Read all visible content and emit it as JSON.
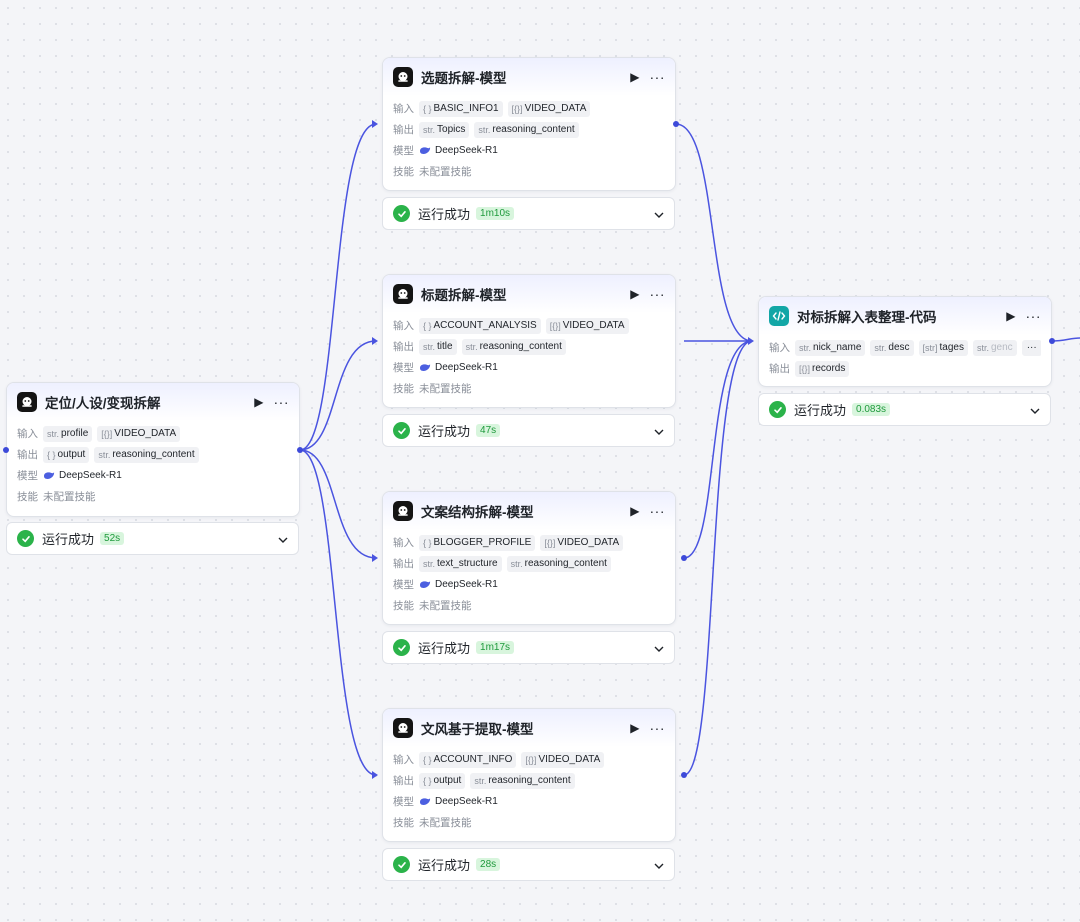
{
  "labels": {
    "input": "输入",
    "output": "输出",
    "model": "模型",
    "skill": "技能"
  },
  "icons": {
    "run": "play-icon",
    "more": "more-icon",
    "expand": "chevron-down-icon",
    "success": "check-circle-icon",
    "model": "whale-icon"
  },
  "colors": {
    "edge": "#4a54e0",
    "success": "#2bb34a",
    "badge_bg": "#d8f5dd",
    "badge_fg": "#1f9a3c",
    "code_icon": "#12a6a6"
  },
  "nodes": {
    "position": {
      "title": "定位/人设/变现拆解",
      "inputs": [
        {
          "type": "str.",
          "name": "profile"
        },
        {
          "type": "[{}]",
          "name": "VIDEO_DATA"
        }
      ],
      "outputs": [
        {
          "type": "{ }",
          "name": "output"
        },
        {
          "type": "str.",
          "name": "reasoning_content"
        }
      ],
      "model": "DeepSeek-R1",
      "skill": "未配置技能",
      "status": "运行成功",
      "duration": "52s"
    },
    "topic": {
      "title": "选题拆解-模型",
      "inputs": [
        {
          "type": "{ }",
          "name": "BASIC_INFO1"
        },
        {
          "type": "[{}]",
          "name": "VIDEO_DATA"
        }
      ],
      "outputs": [
        {
          "type": "str.",
          "name": "Topics"
        },
        {
          "type": "str.",
          "name": "reasoning_content"
        }
      ],
      "model": "DeepSeek-R1",
      "skill": "未配置技能",
      "status": "运行成功",
      "duration": "1m10s"
    },
    "title": {
      "title": "标题拆解-模型",
      "inputs": [
        {
          "type": "{ }",
          "name": "ACCOUNT_ANALYSIS"
        },
        {
          "type": "[{}]",
          "name": "VIDEO_DATA"
        }
      ],
      "outputs": [
        {
          "type": "str.",
          "name": "title"
        },
        {
          "type": "str.",
          "name": "reasoning_content"
        }
      ],
      "model": "DeepSeek-R1",
      "skill": "未配置技能",
      "status": "运行成功",
      "duration": "47s"
    },
    "structure": {
      "title": "文案结构拆解-模型",
      "inputs": [
        {
          "type": "{ }",
          "name": "BLOGGER_PROFILE"
        },
        {
          "type": "[{}]",
          "name": "VIDEO_DATA"
        }
      ],
      "outputs": [
        {
          "type": "str.",
          "name": "text_structure"
        },
        {
          "type": "str.",
          "name": "reasoning_content"
        }
      ],
      "model": "DeepSeek-R1",
      "skill": "未配置技能",
      "status": "运行成功",
      "duration": "1m17s"
    },
    "style": {
      "title": "文风基于提取-模型",
      "inputs": [
        {
          "type": "{ }",
          "name": "ACCOUNT_INFO"
        },
        {
          "type": "[{}]",
          "name": "VIDEO_DATA"
        }
      ],
      "outputs": [
        {
          "type": "{ }",
          "name": "output"
        },
        {
          "type": "str.",
          "name": "reasoning_content"
        }
      ],
      "model": "DeepSeek-R1",
      "skill": "未配置技能",
      "status": "运行成功",
      "duration": "28s"
    },
    "code": {
      "title": "对标拆解入表整理-代码",
      "inputs": [
        {
          "type": "str.",
          "name": "nick_name"
        },
        {
          "type": "str.",
          "name": "desc"
        },
        {
          "type": "[str]",
          "name": "tages"
        },
        {
          "type": "str.",
          "name": "genc"
        }
      ],
      "more": "···",
      "outputs": [
        {
          "type": "[{}]",
          "name": "records"
        }
      ],
      "status": "运行成功",
      "duration": "0.083s"
    }
  }
}
